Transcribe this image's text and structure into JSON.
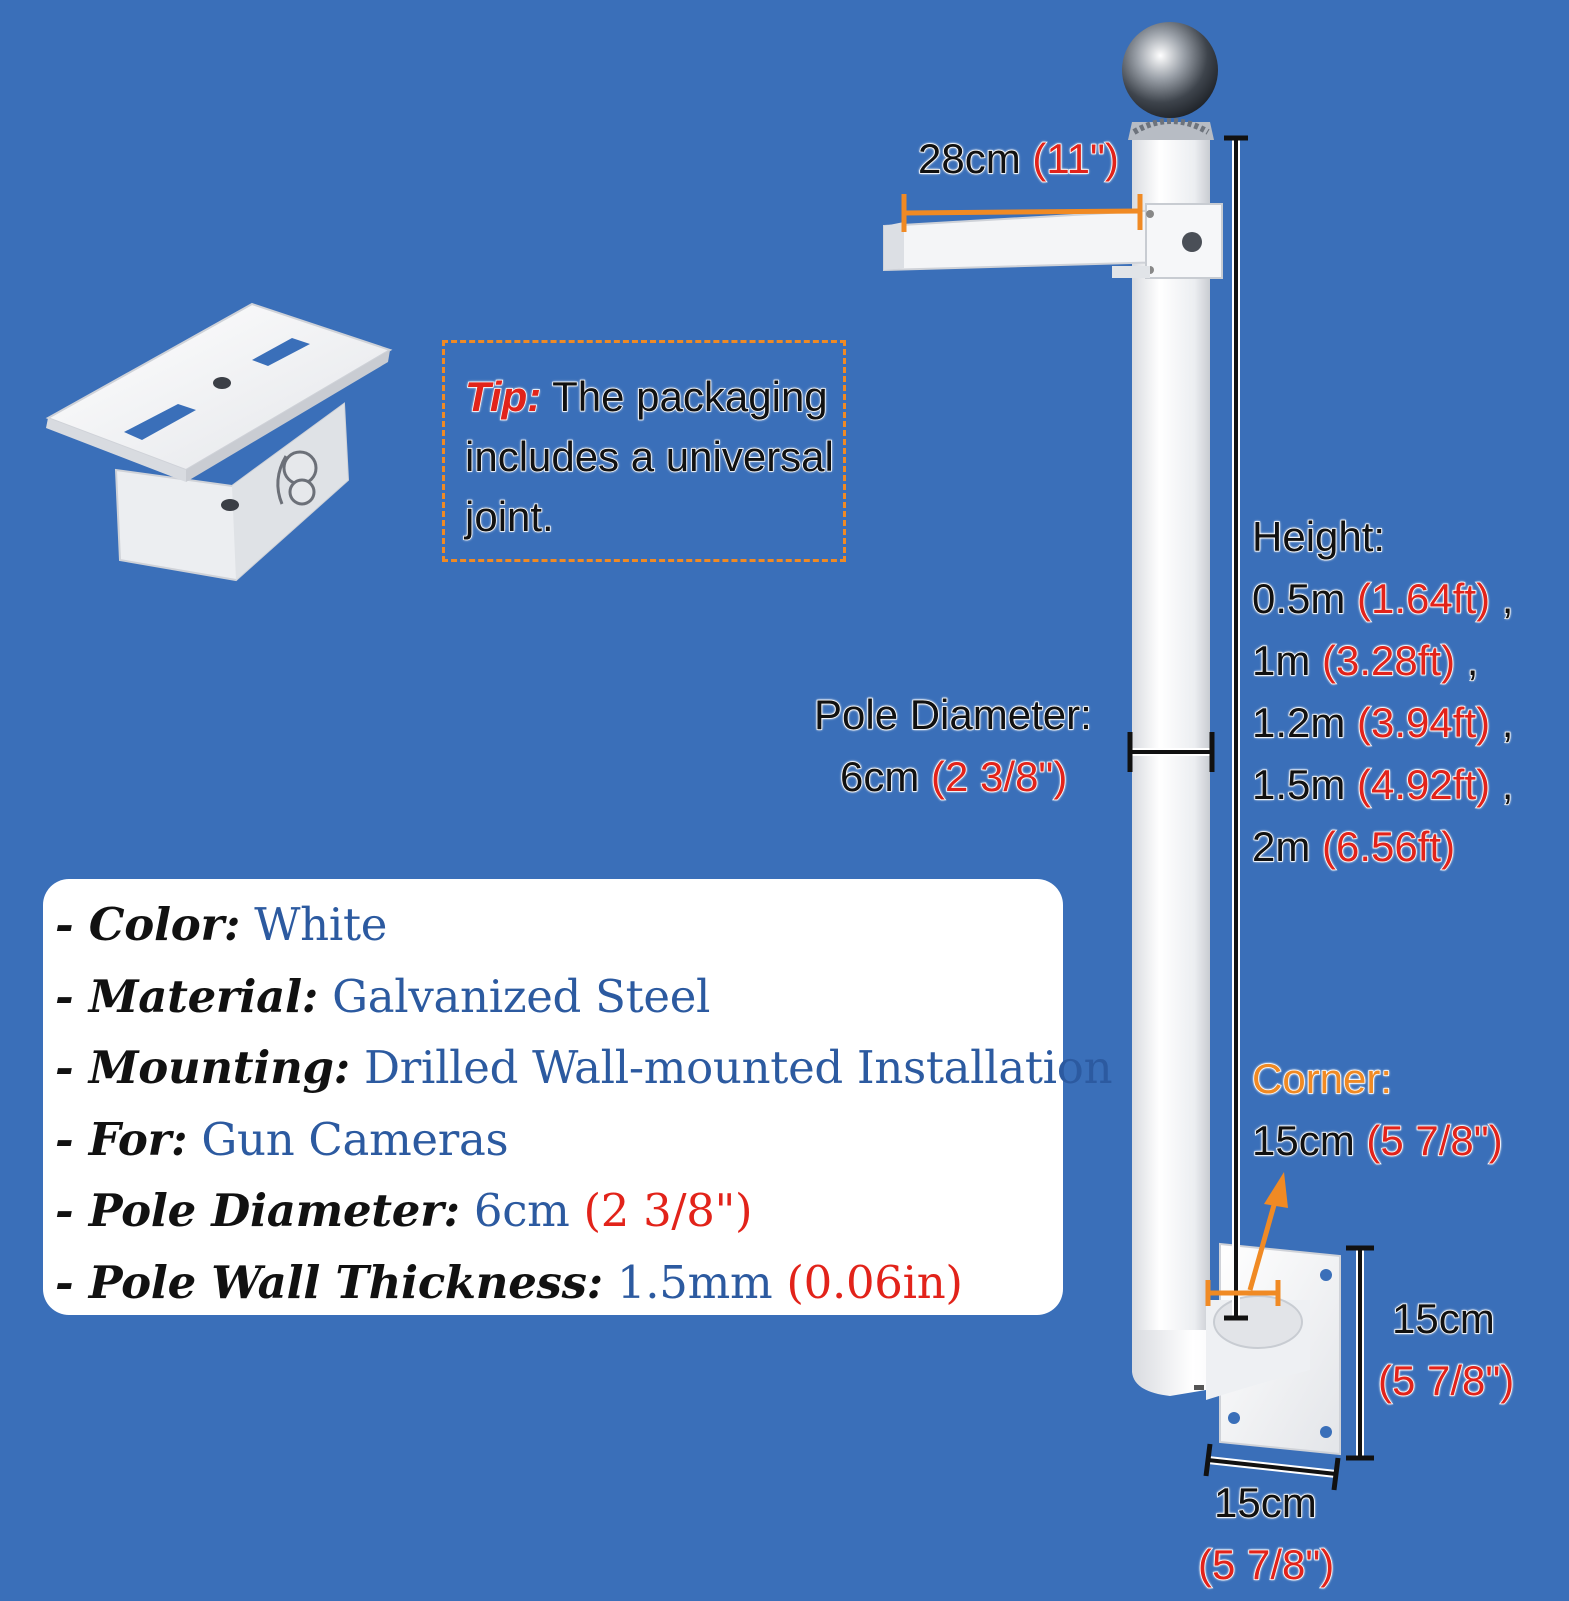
{
  "tip": {
    "label": "Tip:",
    "lines": [
      "The packaging",
      "includes a universal",
      "joint."
    ]
  },
  "dimensions": {
    "arm_length": {
      "metric": "28cm",
      "imperial": "(11\")"
    },
    "pole_diameter": {
      "label": "Pole Diameter:",
      "metric": "6cm",
      "imperial": "(2 3/8\")"
    },
    "height": {
      "label": "Height:",
      "options": [
        {
          "metric": "0.5m",
          "imperial": "(1.64ft)",
          "sep": ","
        },
        {
          "metric": "1m",
          "imperial": "(3.28ft)",
          "sep": ","
        },
        {
          "metric": "1.2m",
          "imperial": "(3.94ft)",
          "sep": ","
        },
        {
          "metric": "1.5m",
          "imperial": "(4.92ft)",
          "sep": ","
        },
        {
          "metric": "2m",
          "imperial": "(6.56ft)",
          "sep": ""
        }
      ]
    },
    "corner": {
      "label": "Corner:",
      "metric": "15cm",
      "imperial": "(5 7/8\")"
    },
    "plate_height": {
      "metric": "15cm",
      "imperial": "(5 7/8\")"
    },
    "plate_width": {
      "metric": "15cm",
      "imperial": "(5 7/8\")"
    }
  },
  "specs": [
    {
      "key": "- Color:",
      "value": "White",
      "extra": ""
    },
    {
      "key": "- Material:",
      "value": "Galvanized Steel",
      "extra": ""
    },
    {
      "key": "- Mounting:",
      "value": "Drilled Wall-mounted Installation",
      "extra": ""
    },
    {
      "key": "- For:",
      "value": "Gun Cameras",
      "extra": ""
    },
    {
      "key": "- Pole Diameter:",
      "value": "6cm",
      "extra": "(2 3/8\")"
    },
    {
      "key": "- Pole Wall Thickness:",
      "value": "1.5mm",
      "extra": "(0.06in)"
    }
  ],
  "colors": {
    "background": "#3a6fb9",
    "accent_red": "#e2231a",
    "accent_orange": "#f08a24",
    "spec_value_blue": "#2c5aa0",
    "product_white": "#f2f3f5"
  }
}
